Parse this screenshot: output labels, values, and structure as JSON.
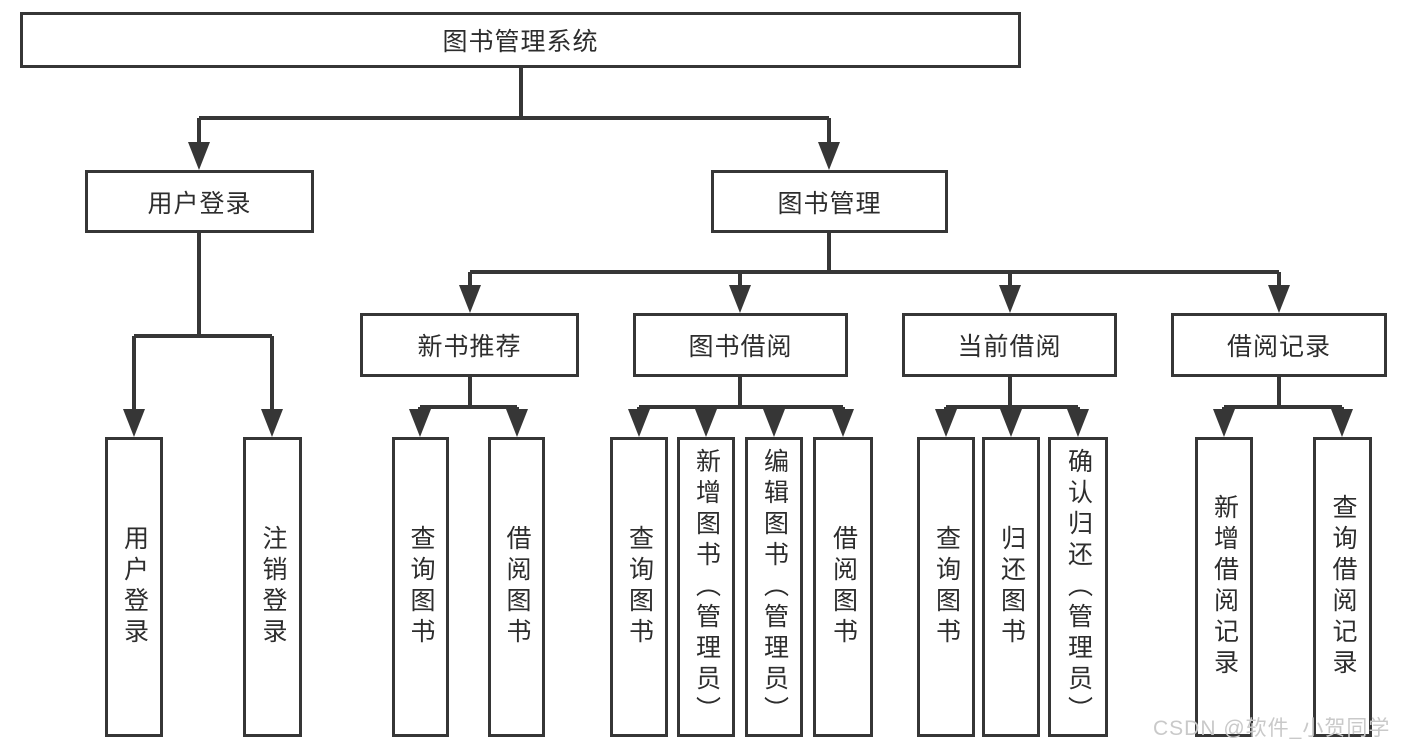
{
  "diagram": {
    "root": {
      "label": "图书管理系统"
    },
    "level2": [
      {
        "label": "用户登录"
      },
      {
        "label": "图书管理"
      }
    ],
    "level3": [
      {
        "label": "新书推荐"
      },
      {
        "label": "图书借阅"
      },
      {
        "label": "当前借阅"
      },
      {
        "label": "借阅记录"
      }
    ],
    "leaves": {
      "login": [
        "用户登录",
        "注销登录"
      ],
      "recommend": [
        "查询图书",
        "借阅图书"
      ],
      "borrowing": [
        "查询图书",
        "新增图书（管理员）",
        "编辑图书（管理员）",
        "借阅图书"
      ],
      "current": [
        "查询图书",
        "归还图书",
        "确认归还（管理员）"
      ],
      "records": [
        "新增借阅记录",
        "查询借阅记录"
      ]
    },
    "watermark": "CSDN @软件_小贺同学",
    "colors": {
      "line": "#363636",
      "text": "#2d2d2d",
      "box_background": "#ffffff",
      "watermark": "#c9c9c9"
    }
  }
}
